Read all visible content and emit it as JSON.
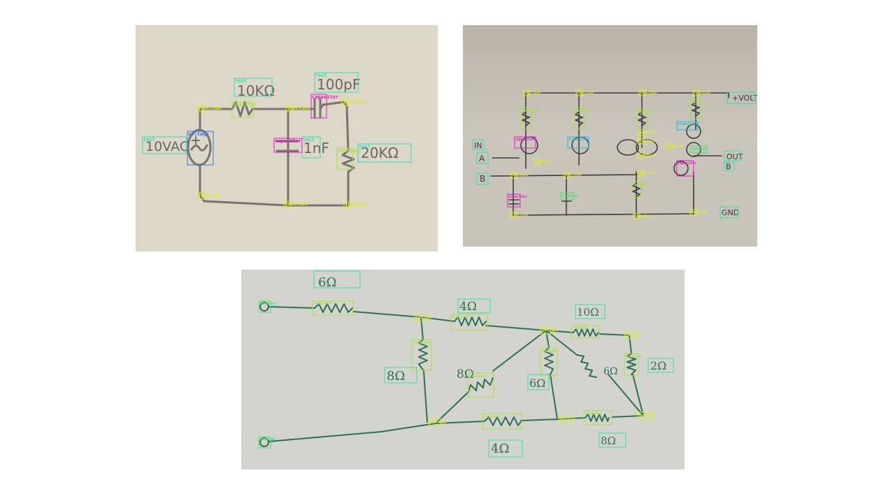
{
  "colors": {
    "junction": "#d9ef23",
    "text": "#34e0b0",
    "capacitor": "#e01ec8",
    "voltage": "#3a74e0",
    "resistor": "#a7e03a",
    "transistor": "#2ab8e0",
    "terminal": "#48e070"
  },
  "panel1": {
    "labels": {
      "r1": "10KΩ",
      "c1": "100pF",
      "src": "10VAC",
      "c2": "1nF",
      "r2": "20KΩ"
    },
    "tags": {
      "junction": "junction",
      "text": "text",
      "capacitor": "capacitor",
      "voltage": "voltage",
      "resistor": "resistor"
    }
  },
  "panel2": {
    "labels": {
      "volts": "+VOLTS",
      "in": "IN",
      "a": "A",
      "b": "B",
      "out": "OUT",
      "b2": "B",
      "gnd": "GND"
    },
    "tags": {
      "junction": "junction",
      "resistor": "resistor",
      "capacitor": "capacitor",
      "transistor": "transistor",
      "terminal": "terminal"
    }
  },
  "panel3": {
    "labels": {
      "r_top": "6Ω",
      "r_mid": "4Ω",
      "r_right": "10Ω",
      "r_v1": "8Ω",
      "r_diag": "8Ω",
      "r_v2": "6Ω",
      "r_diag2": "6Ω",
      "r_v3": "2Ω",
      "r_bot": "4Ω",
      "r_bot2": "8Ω"
    },
    "tags": {
      "junction": "junction",
      "resistor": "resistor",
      "terminal": "terminal"
    }
  }
}
